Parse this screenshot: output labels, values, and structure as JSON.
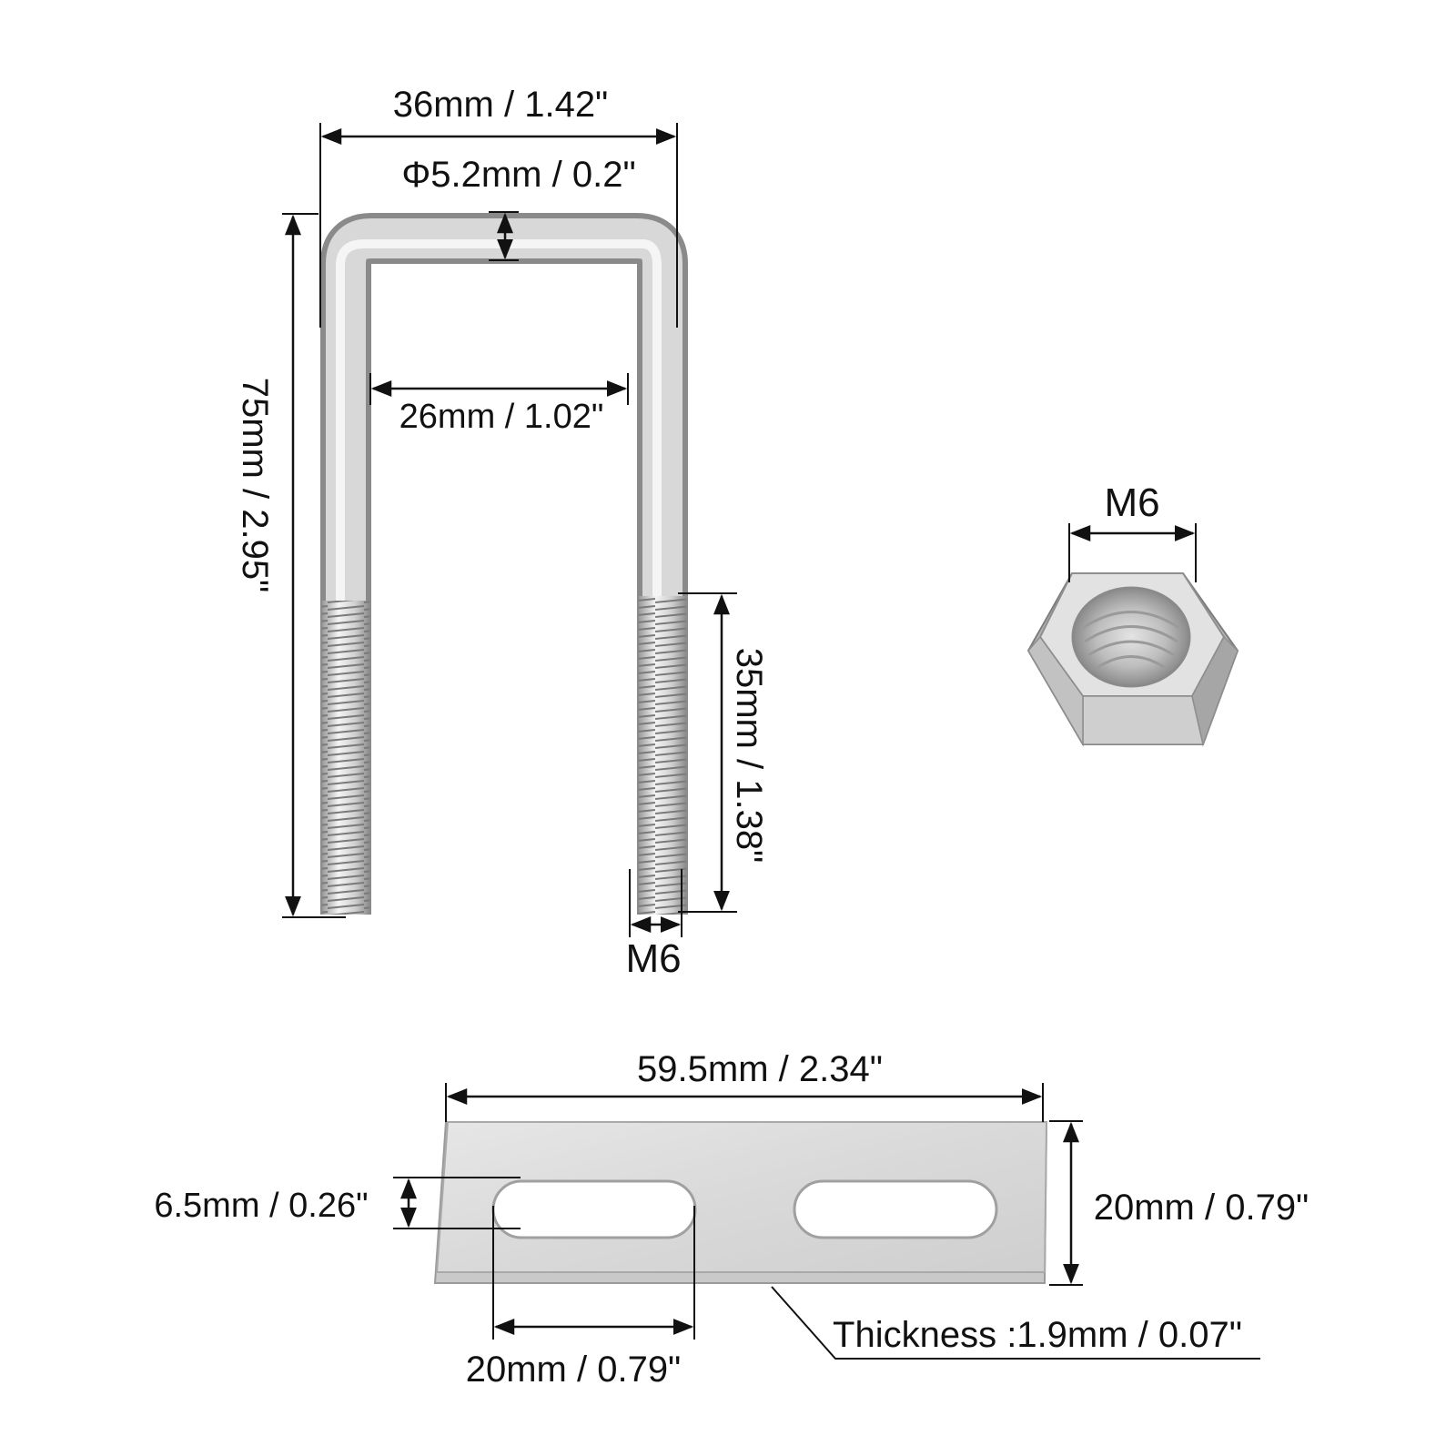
{
  "ubolt": {
    "width_label": "36mm / 1.42\"",
    "rod_diameter_label": "Φ5.2mm / 0.2\"",
    "inner_width_label": "26mm / 1.02\"",
    "length_label": "75mm / 2.95\"",
    "thread_length_label": "35mm / 1.38\"",
    "thread_size_label": "M6"
  },
  "nut": {
    "size_label": "M6"
  },
  "plate": {
    "length_label": "59.5mm / 2.34\"",
    "slot_width_label": "6.5mm / 0.26\"",
    "width_label": "20mm / 0.79\"",
    "slot_length_label": "20mm / 0.79\"",
    "thickness_label": "Thickness :1.9mm / 0.07\""
  },
  "colors": {
    "metal_light": "#e8e8e8",
    "metal_mid": "#c9c9c9",
    "metal_dark": "#8f8f8f",
    "dimension_line": "#111111",
    "background": "#ffffff"
  }
}
